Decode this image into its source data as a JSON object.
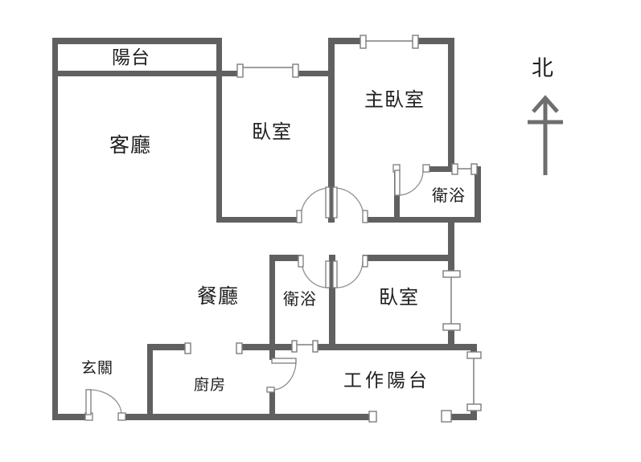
{
  "plan": {
    "type": "apartment-floor-plan",
    "rooms": {
      "balcony": {
        "label": "陽台"
      },
      "living_room": {
        "label": "客廳"
      },
      "bedroom_upper": {
        "label": "臥室"
      },
      "master_bedroom": {
        "label": "主臥室"
      },
      "bathroom_master": {
        "label": "衛浴"
      },
      "dining_room": {
        "label": "餐廳"
      },
      "bathroom_common": {
        "label": "衛浴"
      },
      "bedroom_lower": {
        "label": "臥室"
      },
      "entryway": {
        "label": "玄關"
      },
      "kitchen": {
        "label": "廚房"
      },
      "work_balcony": {
        "label": "工作陽台"
      }
    },
    "compass": {
      "north_label": "北",
      "icon": "north-arrow-icon"
    }
  },
  "colors": {
    "wall": "#606060",
    "window_line": "#9e9e9e",
    "door_arc": "#8f8f8f",
    "fixture_fill": "#ffffff",
    "fixture_stroke": "#7d7d7d",
    "text": "#1e1e1e",
    "background": "#ffffff"
  }
}
